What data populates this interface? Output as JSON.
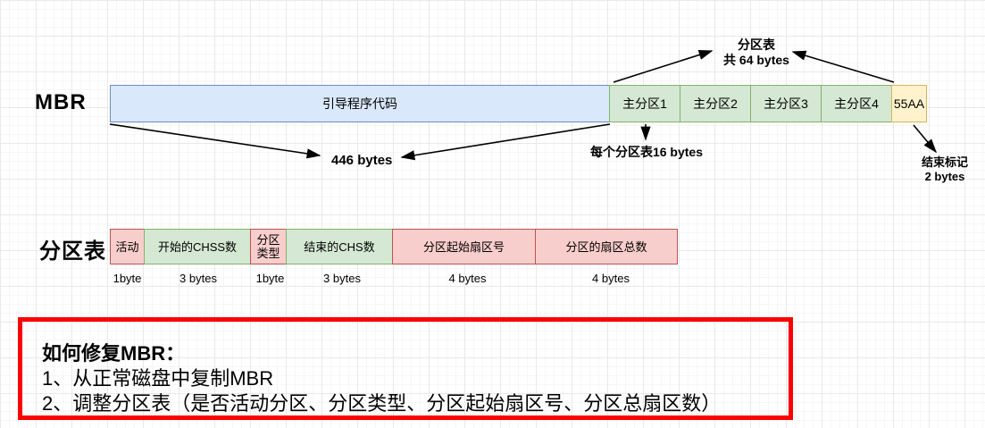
{
  "mbr_row": {
    "label": "MBR",
    "segments": [
      {
        "name": "boot-code",
        "label": "引导程序代码",
        "color": "#dae8fc",
        "border": "#6c8ebf"
      },
      {
        "name": "primary-1",
        "label": "主分区1",
        "color": "#d5e8d4",
        "border": "#82b366"
      },
      {
        "name": "primary-2",
        "label": "主分区2",
        "color": "#d5e8d4",
        "border": "#82b366"
      },
      {
        "name": "primary-3",
        "label": "主分区3",
        "color": "#d5e8d4",
        "border": "#82b366"
      },
      {
        "name": "primary-4",
        "label": "主分区4",
        "color": "#d5e8d4",
        "border": "#82b366"
      },
      {
        "name": "signature",
        "label": "55AA",
        "color": "#fff2cc",
        "border": "#d6b656"
      }
    ],
    "annotations": {
      "partition_table_line1": "分区表",
      "partition_table_line2": "共 64 bytes",
      "boot_code_size": "446 bytes",
      "entry_size": "每个分区表16 bytes",
      "end_marker_line1": "结束标记",
      "end_marker_line2": "2 bytes"
    }
  },
  "partition_row": {
    "label": "分区表",
    "fields": [
      {
        "name": "active-flag",
        "label": "活动",
        "size": "1byte",
        "color": "#f8cecc",
        "border": "#b85450"
      },
      {
        "name": "start-chs",
        "label": "开始的CHSS数",
        "size": "3 bytes",
        "color": "#d5e8d4",
        "border": "#82b366"
      },
      {
        "name": "type",
        "label": "分区类型",
        "size": "1byte",
        "color": "#f8cecc",
        "border": "#b85450"
      },
      {
        "name": "end-chs",
        "label": "结束的CHS数",
        "size": "3 bytes",
        "color": "#d5e8d4",
        "border": "#82b366"
      },
      {
        "name": "start-sector",
        "label": "分区起始扇区号",
        "size": "4 bytes",
        "color": "#f8cecc",
        "border": "#b85450"
      },
      {
        "name": "total-sectors",
        "label": "分区的扇区总数",
        "size": "4 bytes",
        "color": "#f8cecc",
        "border": "#b85450"
      }
    ]
  },
  "note_box": {
    "title": "如何修复MBR：",
    "lines": [
      "1、从正常磁盘中复制MBR",
      "2、调整分区表（是否活动分区、分区类型、分区起始扇区号、分区总扇区数）"
    ],
    "border_color": "#fd0000"
  }
}
